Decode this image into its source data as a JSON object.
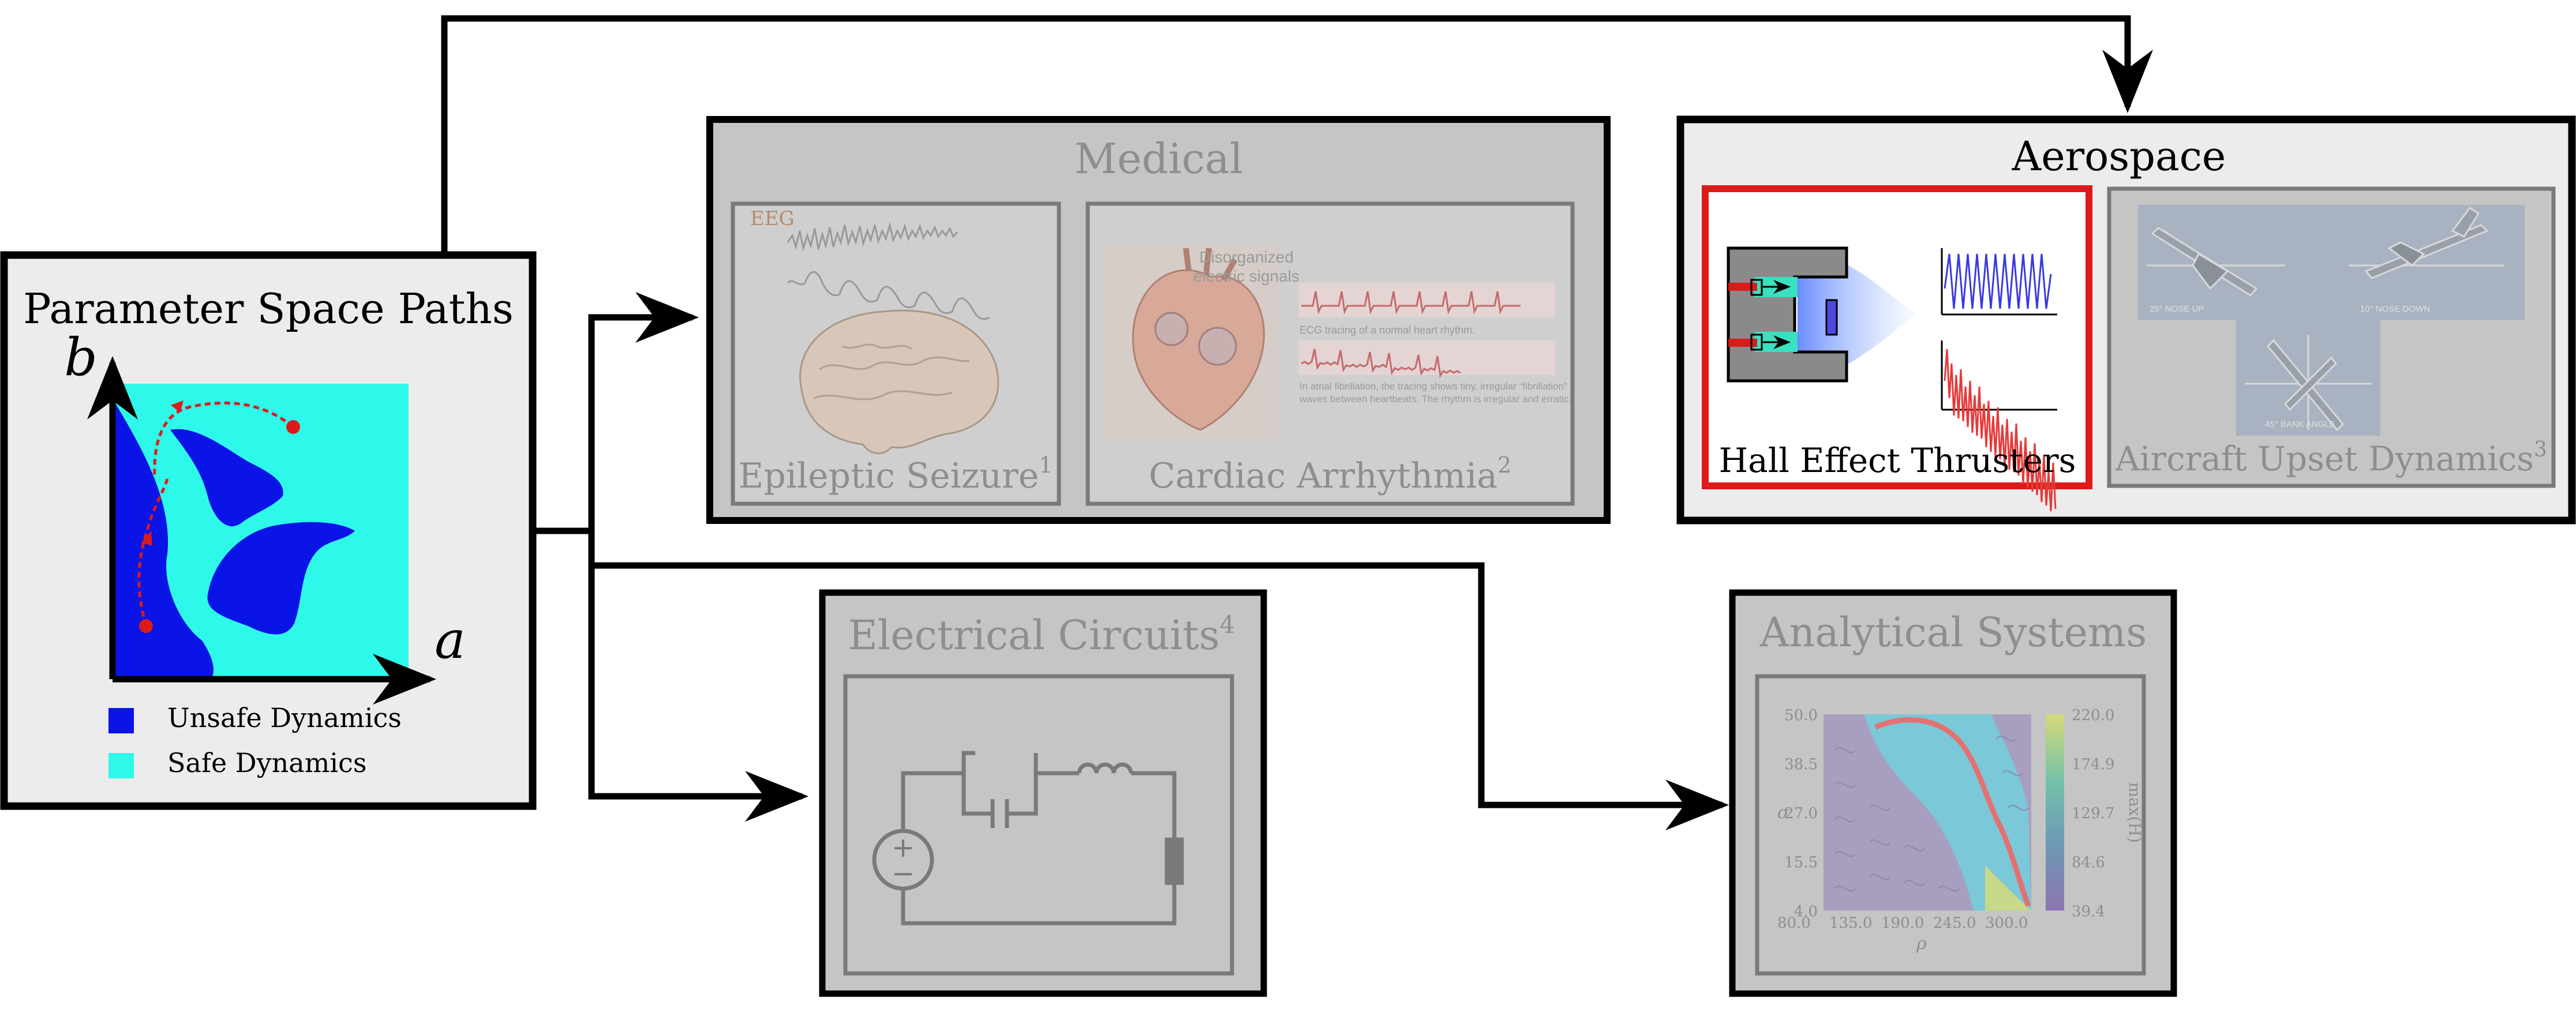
{
  "colors": {
    "unsafe": "#0a14e6",
    "safe": "#2ef8ea",
    "path": "#dd1a1a",
    "panel_active": "#ececec",
    "panel_faded": "#c5c5c5",
    "faded_text": "#8e8e8e",
    "thruster_highlight": "#dd1a1a",
    "signal_blue": "#3a3ae0",
    "signal_red": "#e63a3a"
  },
  "param_space": {
    "title": "Parameter Space Paths",
    "axis_x": "a",
    "axis_y": "b",
    "legend": [
      {
        "label": "Unsafe Dynamics",
        "color_key": "unsafe"
      },
      {
        "label": "Safe Dynamics",
        "color_key": "safe"
      }
    ]
  },
  "medical": {
    "title": "Medical",
    "eeg_label": "EEG",
    "seizure": {
      "label": "Epileptic Seizure",
      "sup": "1"
    },
    "cardiac": {
      "label": "Cardiac Arrhythmia",
      "sup": "2",
      "annotation": "Disorganized electric signals",
      "normal_caption": "ECG tracing of a normal heart rhythm.",
      "afib_caption_1": "In atrial fibrillation, the tracing shows tiny, irregular “fibrillation”",
      "afib_caption_2": "waves between heartbeats. The rhythm is irregular and erratic."
    }
  },
  "aerospace": {
    "title": "Aerospace",
    "hall": {
      "label": "Hall Effect Thrusters"
    },
    "upset": {
      "label": "Aircraft Upset Dynamics",
      "sup": "3",
      "views": [
        "25° NOSE UP",
        "10° NOSE DOWN",
        "45° BANK ANGLE"
      ]
    }
  },
  "electrical": {
    "title": "Electrical Circuits",
    "sup": "4"
  },
  "analytical": {
    "title": "Analytical Systems",
    "x_label": "ρ",
    "y_label": "σ",
    "cbar_label": "max(H)",
    "x_ticks": [
      "80.0",
      "135.0",
      "190.0",
      "245.0",
      "300.0"
    ],
    "y_ticks": [
      "50.0",
      "38.5",
      "27.0",
      "15.5",
      "4.0"
    ],
    "cbar_ticks": [
      "220.0",
      "174.9",
      "129.7",
      "84.6",
      "39.4"
    ]
  }
}
